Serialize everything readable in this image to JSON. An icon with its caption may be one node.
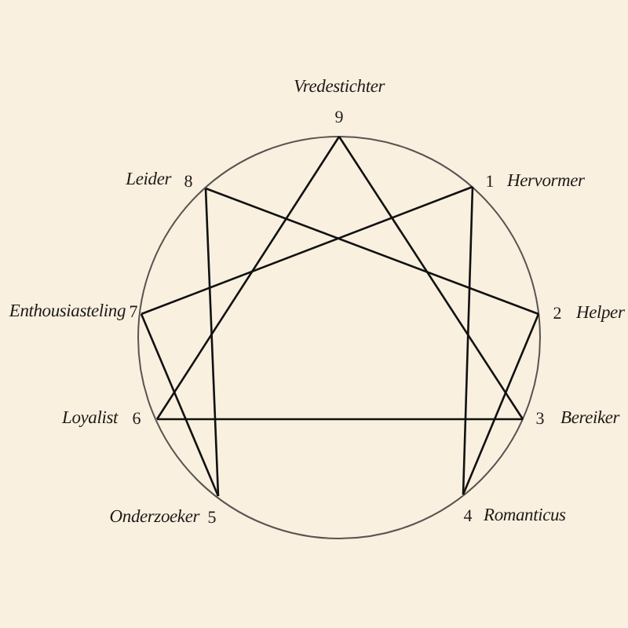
{
  "diagram": {
    "nodes": [
      {
        "text": [
          "9"
        ],
        "beside": [
          "Vredestichter"
        ]
      },
      {
        "text": [
          "1"
        ],
        "beside": [
          "Hervormer"
        ]
      },
      {
        "text": [
          "2"
        ],
        "beside": [
          "Helper"
        ]
      },
      {
        "text": [
          "3"
        ],
        "beside": [
          "Bereiker"
        ]
      },
      {
        "text": [
          "4"
        ],
        "beside": [
          "Romanticus"
        ]
      },
      {
        "text": [
          "5"
        ],
        "beside": [
          "Onderzoeker"
        ]
      },
      {
        "text": [
          "6"
        ],
        "beside": [
          "Loyalist"
        ]
      },
      {
        "text": [
          "7"
        ],
        "beside": [
          "Enthousiasteling"
        ]
      },
      {
        "text": [
          "8"
        ],
        "beside": [
          "Leider"
        ]
      }
    ],
    "edges": [
      {
        "from": 0,
        "to": 3,
        "arrow": "none"
      },
      {
        "from": 3,
        "to": 6,
        "arrow": "none"
      },
      {
        "from": 6,
        "to": 0,
        "arrow": "none"
      },
      {
        "from": 1,
        "to": 4,
        "arrow": "none"
      },
      {
        "from": 4,
        "to": 2,
        "arrow": "none"
      },
      {
        "from": 2,
        "to": 8,
        "arrow": "none"
      },
      {
        "from": 8,
        "to": 5,
        "arrow": "none"
      },
      {
        "from": 5,
        "to": 7,
        "arrow": "none"
      },
      {
        "from": 7,
        "to": 1,
        "arrow": "none"
      }
    ]
  }
}
